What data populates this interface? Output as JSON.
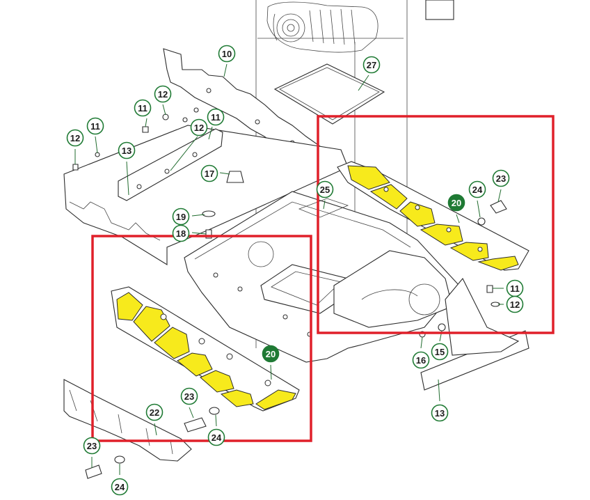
{
  "diagram": {
    "highlight_color": "#e0202a",
    "callout_color": "#1f7a34",
    "part_fill_color": "#f7ea1c",
    "callouts": [
      {
        "id": "c10",
        "label": "10",
        "style": "outline"
      },
      {
        "id": "c27",
        "label": "27",
        "style": "outline"
      },
      {
        "id": "c12a",
        "label": "12",
        "style": "outline"
      },
      {
        "id": "c11a",
        "label": "11",
        "style": "outline"
      },
      {
        "id": "c11b",
        "label": "11",
        "style": "outline"
      },
      {
        "id": "c12b",
        "label": "12",
        "style": "outline"
      },
      {
        "id": "c11c",
        "label": "11",
        "style": "outline"
      },
      {
        "id": "c12c",
        "label": "12",
        "style": "outline"
      },
      {
        "id": "c13a",
        "label": "13",
        "style": "outline"
      },
      {
        "id": "c17",
        "label": "17",
        "style": "outline"
      },
      {
        "id": "c25",
        "label": "25",
        "style": "outline"
      },
      {
        "id": "c19",
        "label": "19",
        "style": "outline"
      },
      {
        "id": "c18",
        "label": "18",
        "style": "outline"
      },
      {
        "id": "c24a",
        "label": "24",
        "style": "outline"
      },
      {
        "id": "c23a",
        "label": "23",
        "style": "outline"
      },
      {
        "id": "c20a",
        "label": "20",
        "style": "solid"
      },
      {
        "id": "c11d",
        "label": "11",
        "style": "outline"
      },
      {
        "id": "c12d",
        "label": "12",
        "style": "outline"
      },
      {
        "id": "c15",
        "label": "15",
        "style": "outline"
      },
      {
        "id": "c16",
        "label": "16",
        "style": "outline"
      },
      {
        "id": "c13b",
        "label": "13",
        "style": "outline"
      },
      {
        "id": "c20b",
        "label": "20",
        "style": "solid"
      },
      {
        "id": "c23b",
        "label": "23",
        "style": "outline"
      },
      {
        "id": "c22",
        "label": "22",
        "style": "outline"
      },
      {
        "id": "c24b",
        "label": "24",
        "style": "outline"
      },
      {
        "id": "c23c",
        "label": "23",
        "style": "outline"
      },
      {
        "id": "c24c",
        "label": "24",
        "style": "outline"
      }
    ]
  }
}
